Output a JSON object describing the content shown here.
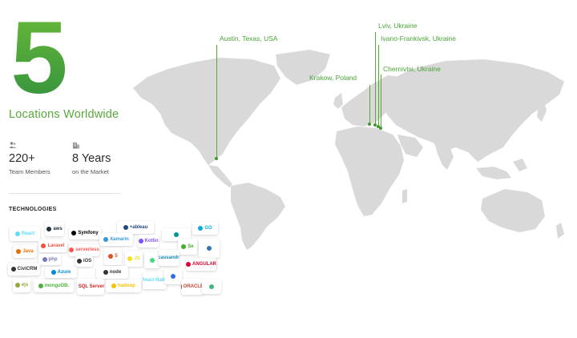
{
  "headline": {
    "number": "5",
    "tagline": "Locations Worldwide"
  },
  "stats": [
    {
      "icon": "team-icon",
      "value": "220+",
      "label": "Team Members"
    },
    {
      "icon": "building-icon",
      "value": "8 Years",
      "label": "on the Market"
    }
  ],
  "technologies": {
    "title": "TECHNOLOGIES",
    "logos": [
      {
        "name": "react",
        "text": "React",
        "color": "#61dafb"
      },
      {
        "name": "aws",
        "text": "aws",
        "color": "#232f3e"
      },
      {
        "name": "symfony",
        "text": "Symfony",
        "color": "#000000"
      },
      {
        "name": "tableau",
        "text": "+ableau",
        "color": "#1f457e"
      },
      {
        "name": "xamarin",
        "text": "Xamarin",
        "color": "#3498db"
      },
      {
        "name": "kotlin",
        "text": "Kotlin",
        "color": "#7f52ff"
      },
      {
        "name": "golang",
        "text": "GO",
        "color": "#00add8"
      },
      {
        "name": "java",
        "text": "Java",
        "color": "#e76f00"
      },
      {
        "name": "laravel",
        "text": "Laravel",
        "color": "#f05340"
      },
      {
        "name": "serverless",
        "text": "serverless",
        "color": "#fd5750"
      },
      {
        "name": "arduino",
        "text": "",
        "color": "#00979c"
      },
      {
        "name": "selenium",
        "text": "Se",
        "color": "#43b02a"
      },
      {
        "name": "python",
        "text": "",
        "color": "#3776ab"
      },
      {
        "name": "php",
        "text": "php",
        "color": "#777bb3"
      },
      {
        "name": "ios",
        "text": "iOS",
        "color": "#333333"
      },
      {
        "name": "html5",
        "text": "5",
        "color": "#e34f26"
      },
      {
        "name": "javascript",
        "text": "JS",
        "color": "#f7df1e"
      },
      {
        "name": "android",
        "text": "",
        "color": "#3ddc84"
      },
      {
        "name": "cassandra",
        "text": "cassandra",
        "color": "#1287b1"
      },
      {
        "name": "angular",
        "text": "ANGULAR",
        "color": "#dd0031"
      },
      {
        "name": "civicrm",
        "text": "CiviCRM",
        "color": "#333333"
      },
      {
        "name": "azure",
        "text": "Azure",
        "color": "#0089d6"
      },
      {
        "name": "nodejs",
        "text": "node",
        "color": "#333333"
      },
      {
        "name": "react-native",
        "text": "React Native",
        "color": "#61dafb"
      },
      {
        "name": "kubernetes",
        "text": "",
        "color": "#326ce5"
      },
      {
        "name": "ejs",
        "text": "ejs",
        "color": "#90a93a"
      },
      {
        "name": "mongodb",
        "text": "mongoDB.",
        "color": "#4db33d"
      },
      {
        "name": "sql-server",
        "text": "SQL Server",
        "color": "#cc2927"
      },
      {
        "name": "hadoop",
        "text": "hadoop",
        "color": "#f5c400"
      },
      {
        "name": "oracle",
        "text": "ORACLE",
        "color": "#c74634"
      },
      {
        "name": "vue",
        "text": "",
        "color": "#41b883"
      }
    ]
  },
  "map": {
    "land_color": "#d9d9d9",
    "accent": "#58a83b",
    "locations": [
      {
        "name": "austin",
        "label": "Austin, Texas, USA"
      },
      {
        "name": "lviv",
        "label": "Lviv, Ukraine"
      },
      {
        "name": "ivano-frankivsk",
        "label": "Ivano-Frankivsk, Ukraine"
      },
      {
        "name": "chernivtsi",
        "label": "Chernivtsi, Ukraine"
      },
      {
        "name": "krakow",
        "label": "Krakow, Poland"
      }
    ]
  }
}
